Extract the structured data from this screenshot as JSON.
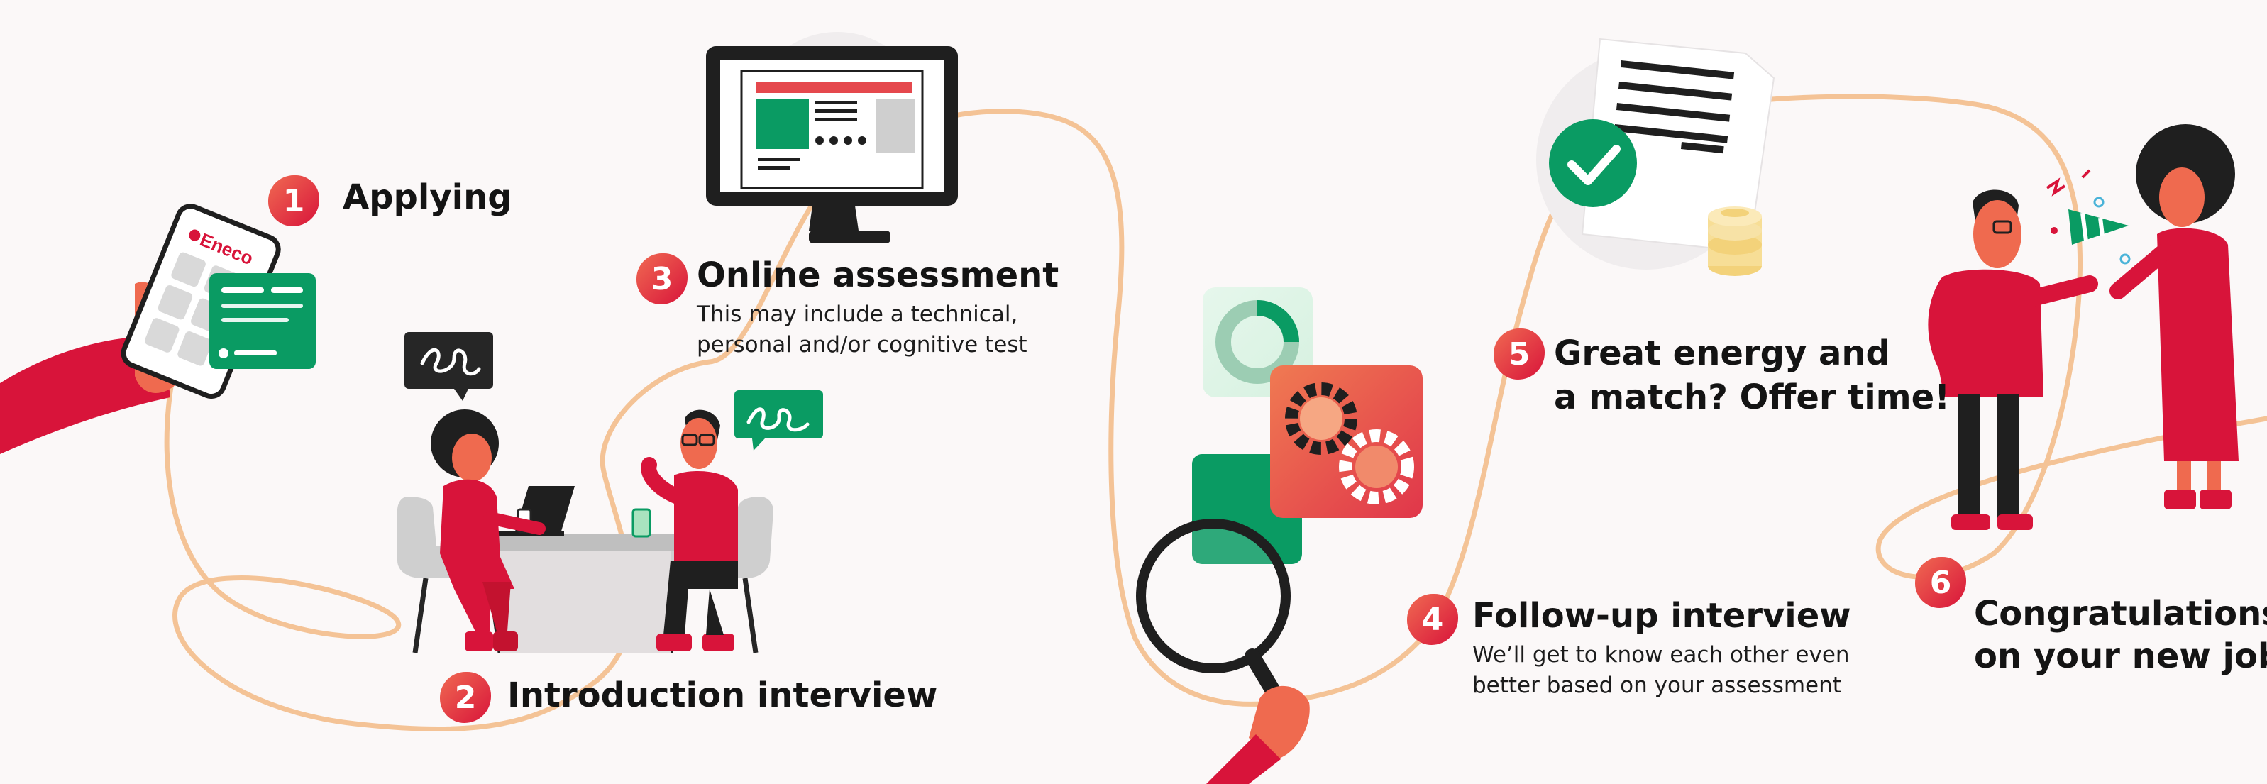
{
  "brand": {
    "name": "Eneco"
  },
  "colors": {
    "accent_red": "#d8143a",
    "coral": "#ef6a4f",
    "green": "#0a9b63",
    "path": "#f4c396",
    "dark": "#1f1f1f"
  },
  "icons": {
    "phone": "phone-with-app",
    "monitor": "computer-monitor",
    "magnifier": "magnifying-glass",
    "gears": "gear-cog",
    "contract": "contract-document",
    "coins": "coin-stack",
    "party_horn": "party-horn"
  },
  "steps": [
    {
      "number": "1",
      "title": "Applying"
    },
    {
      "number": "2",
      "title": "Introduction interview"
    },
    {
      "number": "3",
      "title": "Online assessment",
      "desc_line1": "This may include a technical,",
      "desc_line2": "personal and/or cognitive test"
    },
    {
      "number": "4",
      "title": "Follow-up interview",
      "desc_line1": "We’ll get to know each other even",
      "desc_line2": "better based on your assessment"
    },
    {
      "number": "5",
      "title_line1": "Great energy and",
      "title_line2": "a match? Offer time!"
    },
    {
      "number": "6",
      "title_line1": "Congratulations",
      "title_line2": "on your new job!"
    }
  ]
}
